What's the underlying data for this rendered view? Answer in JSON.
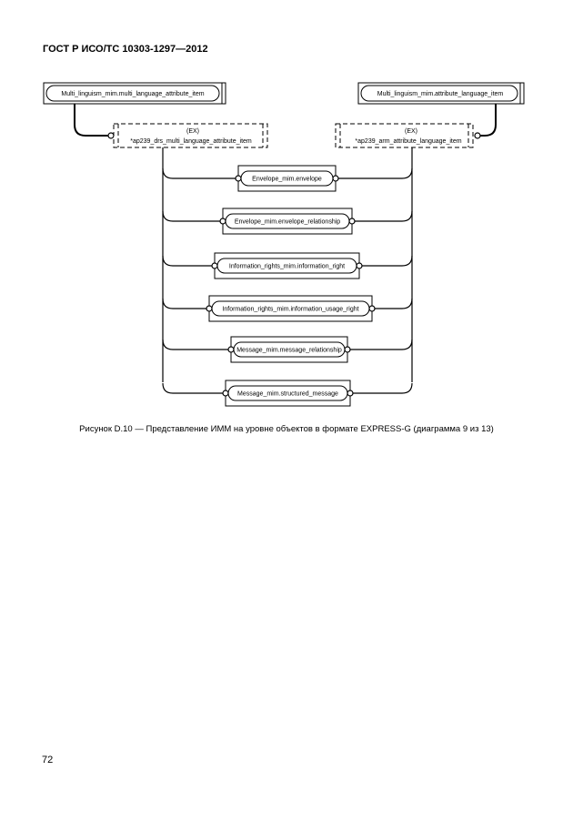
{
  "header": {
    "title": "ГОСТ Р ИСО/ТС 10303-1297—2012"
  },
  "diagram": {
    "top_entities": [
      "Multi_linguism_mim.multi_language_attribute_item",
      "Multi_linguism_mim.attribute_language_item"
    ],
    "select_types": [
      {
        "tag": "(EX)",
        "name": "*ap239_drs_multi_language_attribute_item"
      },
      {
        "tag": "(EX)",
        "name": "*ap239_arm_attribute_language_item"
      }
    ],
    "entities": [
      "Envelope_mim.envelope",
      "Envelope_mim.envelope_relationship",
      "Information_rights_mim.information_right",
      "Information_rights_mim.information_usage_right",
      "Message_mim.message_relationship",
      "Message_mim.structured_message"
    ]
  },
  "caption": "Рисунок  D.10 — Представление ИММ на уровне объектов в формате EXPRESS-G (диаграмма 9 из 13)",
  "page_number": "72"
}
